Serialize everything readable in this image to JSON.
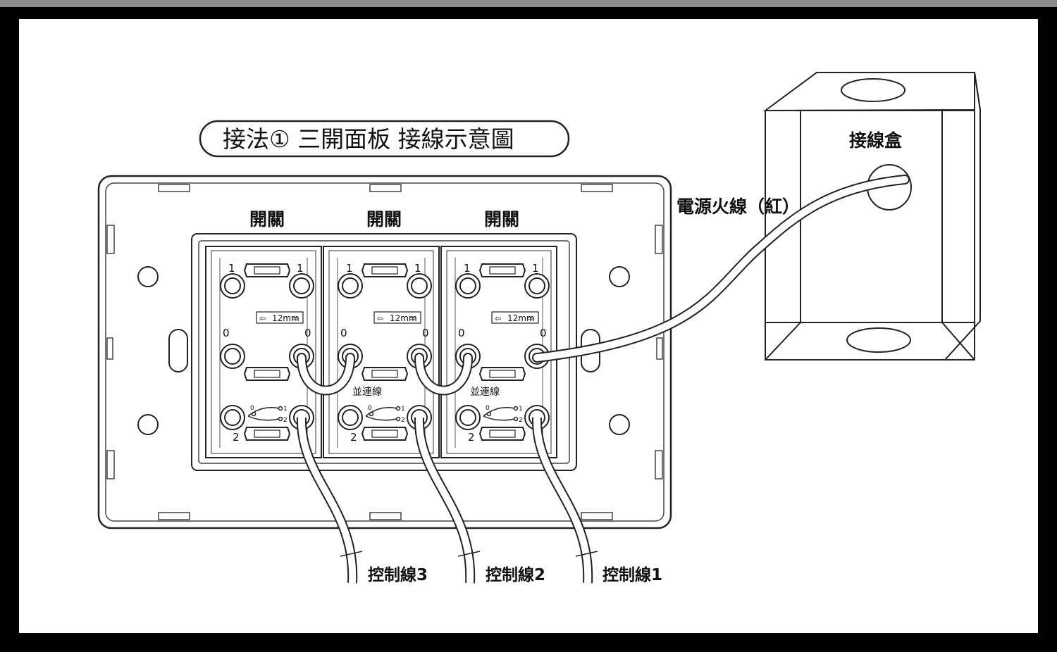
{
  "title": "接法① 三開面板 接線示意圖",
  "junction_box_label": "接線盒",
  "power_wire_label": "電源火線（紅）",
  "switches": [
    {
      "label": "開關",
      "dimension": "12mm",
      "jumper_label": ""
    },
    {
      "label": "開關",
      "dimension": "12mm",
      "jumper_label": "並連線"
    },
    {
      "label": "開關",
      "dimension": "12mm",
      "jumper_label": "並連線"
    }
  ],
  "terminal_labels": {
    "top_left": "1",
    "top_right": "1",
    "mid_left": "0",
    "mid_right": "0",
    "bottom_left": "2"
  },
  "legend_labels": {
    "common": "0",
    "out1": "1",
    "out2": "2"
  },
  "control_wires": [
    {
      "label": "控制線3"
    },
    {
      "label": "控制線2"
    },
    {
      "label": "控制線1"
    }
  ]
}
